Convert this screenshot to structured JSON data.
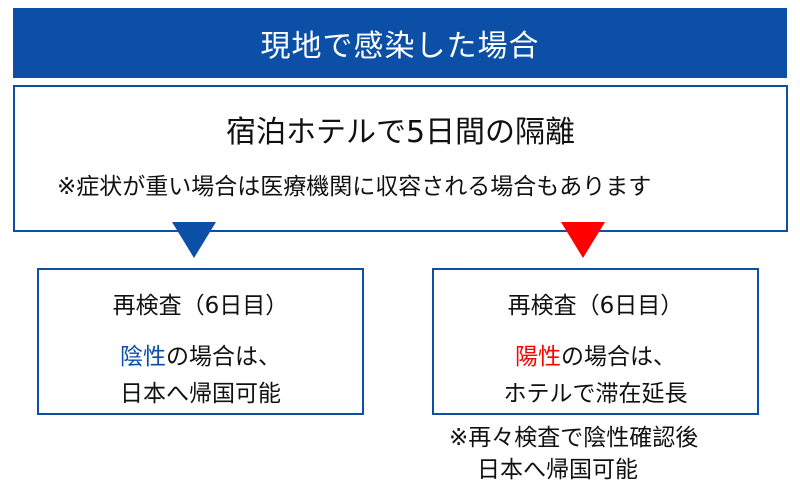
{
  "header": {
    "title": "現地で感染した場合"
  },
  "main": {
    "title": "宿泊ホテルで5日間の隔離",
    "note": "※症状が重い場合は医療機関に収容される場合もあります"
  },
  "left_result": {
    "heading": "再検査（6日目）",
    "status_word": "陰性",
    "status_suffix": "の場合は、",
    "outcome": "日本へ帰国可能"
  },
  "right_result": {
    "heading": "再検査（6日目）",
    "status_word": "陽性",
    "status_suffix": "の場合は、",
    "outcome": "ホテルで滞在延長"
  },
  "footnote": {
    "line1": "※再々検査で陰性確認後",
    "line2": "日本へ帰国可能"
  },
  "colors": {
    "primary_blue": "#0b4fa6",
    "alert_red": "#ff0000"
  }
}
